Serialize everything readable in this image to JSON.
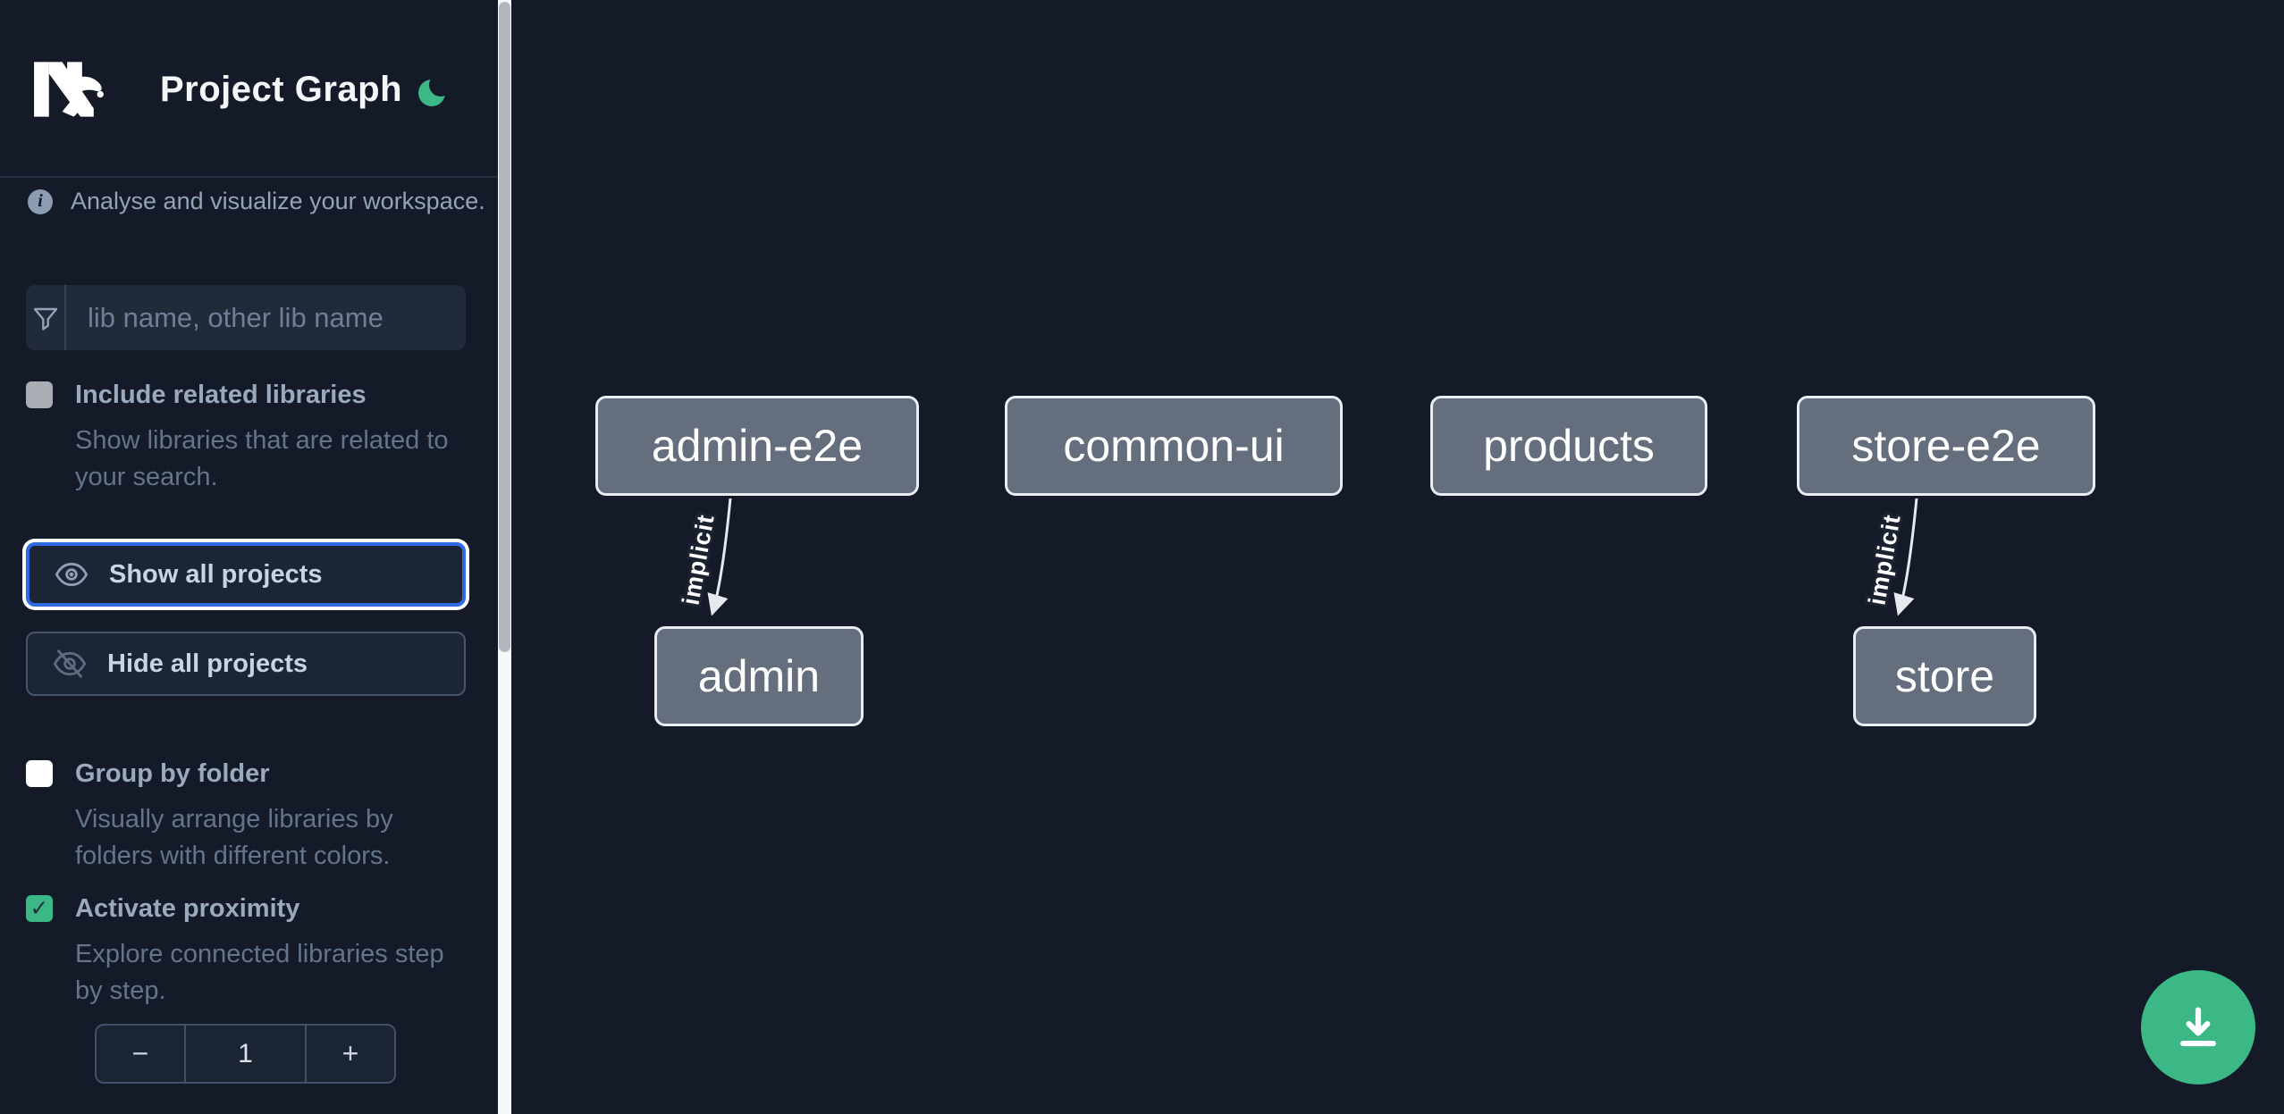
{
  "header": {
    "title": "Project Graph",
    "logo_icon": "nx-logo",
    "theme_toggle_icon": "moon-icon"
  },
  "sidebar": {
    "info": {
      "icon": "info-icon",
      "text": "Analyse and visualize your workspace."
    },
    "filter": {
      "icon": "funnel-icon",
      "placeholder": "lib name, other lib name",
      "value": ""
    },
    "toggles": [
      {
        "label": "Include related libraries",
        "description": "Show libraries that are related to your search.",
        "checked": false
      },
      {
        "label": "Group by folder",
        "description": "Visually arrange libraries by folders with different colors.",
        "checked": false
      },
      {
        "label": "Activate proximity",
        "description": "Explore connected libraries step by step.",
        "checked": true,
        "checkmark": "✓"
      }
    ],
    "buttons": [
      {
        "label": "Show all projects",
        "icon": "eye-icon",
        "focused": true
      },
      {
        "label": "Hide all projects",
        "icon": "eye-off-icon",
        "focused": false
      }
    ],
    "proximity_stepper": {
      "decrement_label": "−",
      "value": "1",
      "increment_label": "+"
    }
  },
  "graph": {
    "nodes": [
      {
        "label": "admin-e2e"
      },
      {
        "label": "common-ui"
      },
      {
        "label": "products"
      },
      {
        "label": "store-e2e"
      },
      {
        "label": "admin"
      },
      {
        "label": "store"
      }
    ],
    "edges": [
      {
        "from": "admin-e2e",
        "to": "admin",
        "label": "implicit"
      },
      {
        "from": "store-e2e",
        "to": "store",
        "label": "implicit"
      }
    ]
  },
  "fab": {
    "icon": "download-icon"
  },
  "colors": {
    "background": "#141a27",
    "accent_green": "#3bb886",
    "focus_blue": "#2e6be5",
    "node_fill": "#656e7d",
    "node_border": "#e9edf2",
    "edge": "#e6eaf0",
    "muted_text": "#64748b",
    "label_text": "#9aa9bd"
  }
}
